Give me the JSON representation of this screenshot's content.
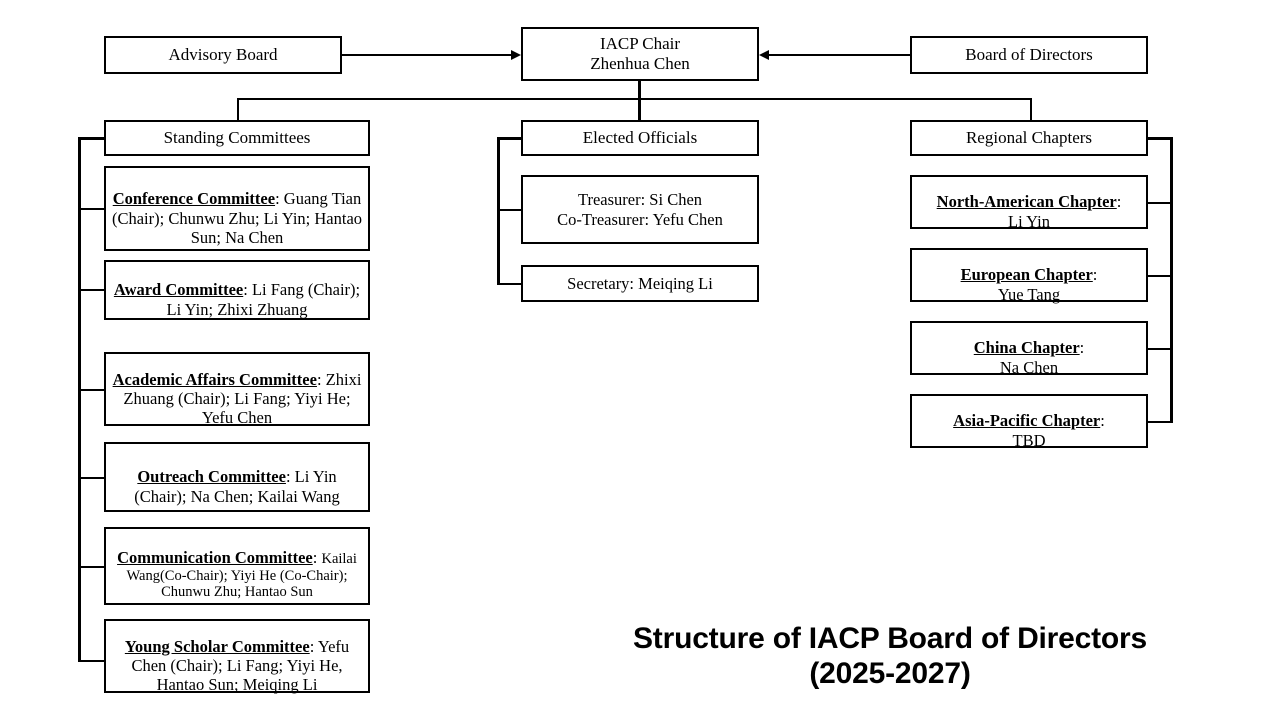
{
  "title": {
    "text": "Structure of IACP Board of Directors\n(2025-2027)"
  },
  "top": {
    "advisory_board": "Advisory Board",
    "chair": "IACP Chair\nZhenhua Chen",
    "board_of_directors": "Board of Directors"
  },
  "columns": {
    "standing": {
      "header": "Standing Committees",
      "items": [
        {
          "name": "Conference Committee",
          "heading": "Conference Committee",
          "members": "Guang Tian (Chair); Chunwu Zhu;  Li Yin;  Hantao Sun; Na Chen"
        },
        {
          "name": "Award Committee",
          "heading": "Award Committee",
          "members": "Li Fang (Chair); Li Yin; Zhixi Zhuang"
        },
        {
          "name": "Academic Affairs Committee",
          "heading": "Academic Affairs Committee",
          "members": "Zhixi Zhuang (Chair); Li Fang; Yiyi He; Yefu Chen"
        },
        {
          "name": "Outreach Committee",
          "heading": "Outreach Committee",
          "members": "Li Yin (Chair); Na Chen; Kailai Wang"
        },
        {
          "name": "Communication Committee",
          "heading": "Communication Committee",
          "members": "Kailai Wang(Co-Chair); Yiyi He (Co-Chair); Chunwu Zhu; Hantao Sun"
        },
        {
          "name": "Young Scholar Committee",
          "heading": "Young Scholar Committee",
          "members": "Yefu Chen (Chair); Li Fang; Yiyi He, Hantao Sun; Meiqing Li"
        }
      ]
    },
    "elected": {
      "header": "Elected Officials",
      "items": [
        {
          "name": "Treasurers",
          "text": "Treasurer: Si Chen\nCo-Treasurer: Yefu Chen"
        },
        {
          "name": "Secretary",
          "text": "Secretary: Meiqing Li"
        }
      ]
    },
    "regional": {
      "header": "Regional Chapters",
      "items": [
        {
          "name": "North-American Chapter",
          "heading": "North-American Chapter",
          "members": "Li Yin"
        },
        {
          "name": "European Chapter",
          "heading": "European Chapter",
          "members": "Yue Tang"
        },
        {
          "name": "China Chapter",
          "heading": "China Chapter",
          "members": "Na Chen"
        },
        {
          "name": "Asia-Pacific Chapter",
          "heading": "Asia-Pacific Chapter",
          "members": "TBD"
        }
      ]
    }
  },
  "colors": {
    "line": "#000000",
    "background": "#ffffff",
    "text": "#000000"
  }
}
